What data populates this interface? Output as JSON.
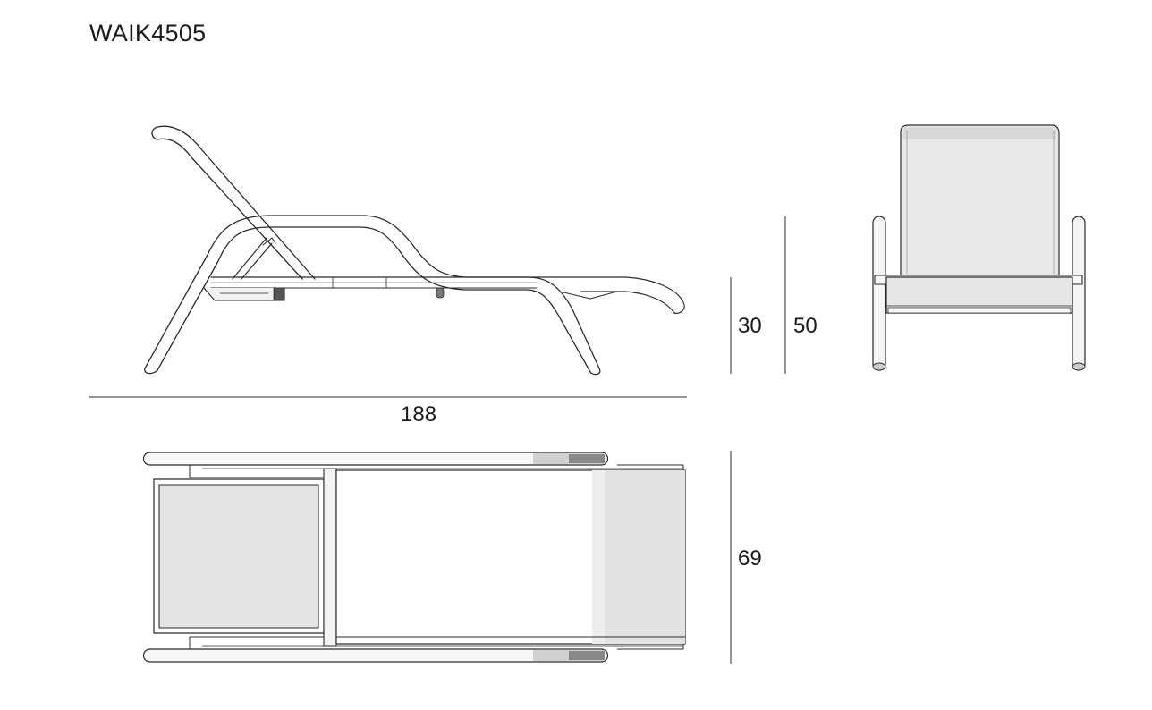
{
  "model": {
    "code": "WAIK4505"
  },
  "dimensions": {
    "length": "188",
    "seat_height": "30",
    "total_height": "50",
    "width": "69"
  },
  "colors": {
    "line": "#2b2b2b",
    "fabric": "#e6e6e6",
    "fabric_shade": "#d4d4d4",
    "frame_fill": "#f7f7f7",
    "dark_accent": "#555555"
  }
}
